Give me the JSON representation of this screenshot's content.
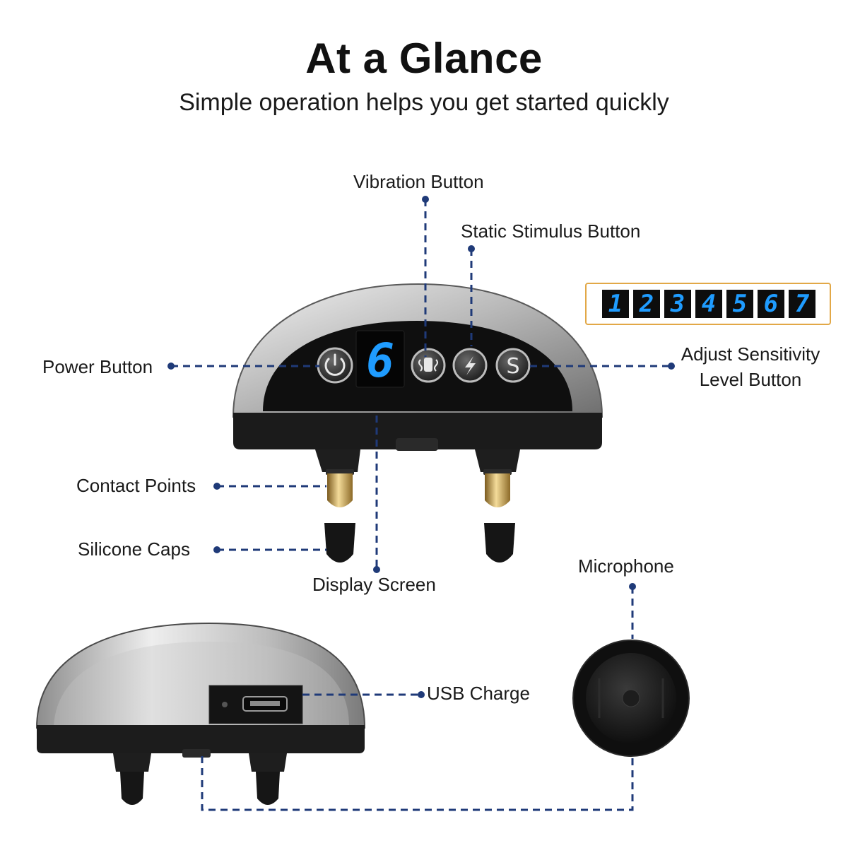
{
  "header": {
    "title": "At a Glance",
    "subtitle": "Simple operation helps you get started quickly"
  },
  "display": {
    "current_level": "6",
    "level_strip": [
      "1",
      "2",
      "3",
      "4",
      "5",
      "6",
      "7"
    ]
  },
  "labels": {
    "vibration_button": "Vibration Button",
    "static_stimulus_button": "Static Stimulus Button",
    "power_button": "Power Button",
    "adjust_sensitivity_line1": "Adjust Sensitivity",
    "adjust_sensitivity_line2": "Level Button",
    "contact_points": "Contact Points",
    "silicone_caps": "Silicone Caps",
    "display_screen": "Display Screen",
    "microphone": "Microphone",
    "usb_charge": "USB Charge"
  },
  "colors": {
    "leader_line": "#1f3a78",
    "digit_blue": "#1f9cff",
    "strip_border": "#e2a847"
  },
  "icons": [
    "power-icon",
    "vibration-icon",
    "lightning-icon",
    "s-letter-icon"
  ]
}
